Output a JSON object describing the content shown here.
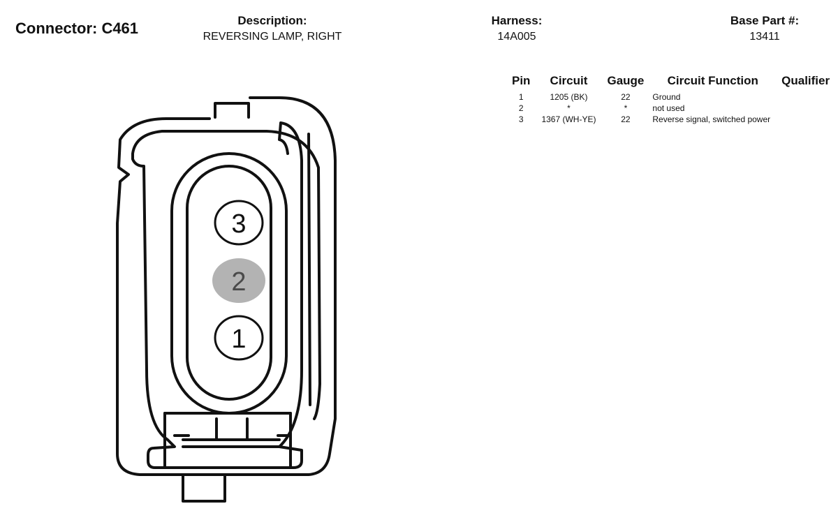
{
  "header": {
    "connector": "Connector: C461",
    "description_label": "Description:",
    "description_value": "REVERSING LAMP, RIGHT",
    "harness_label": "Harness:",
    "harness_value": "14A005",
    "base_part_label": "Base Part #:",
    "base_part_value": "13411"
  },
  "table": {
    "columns": [
      "Pin",
      "Circuit",
      "Gauge",
      "Circuit Function",
      "Qualifier"
    ],
    "rows": [
      {
        "pin": "1",
        "circuit": "1205 (BK)",
        "gauge": "22",
        "function": "Ground",
        "qualifier": ""
      },
      {
        "pin": "2",
        "circuit": "*",
        "gauge": "*",
        "function": "not used",
        "qualifier": ""
      },
      {
        "pin": "3",
        "circuit": "1367 (WH-YE)",
        "gauge": "22",
        "function": "Reverse signal, switched power",
        "qualifier": ""
      }
    ]
  },
  "diagram": {
    "pins": [
      "3",
      "2",
      "1"
    ],
    "unused_pin_color": "#b3b3b3"
  }
}
